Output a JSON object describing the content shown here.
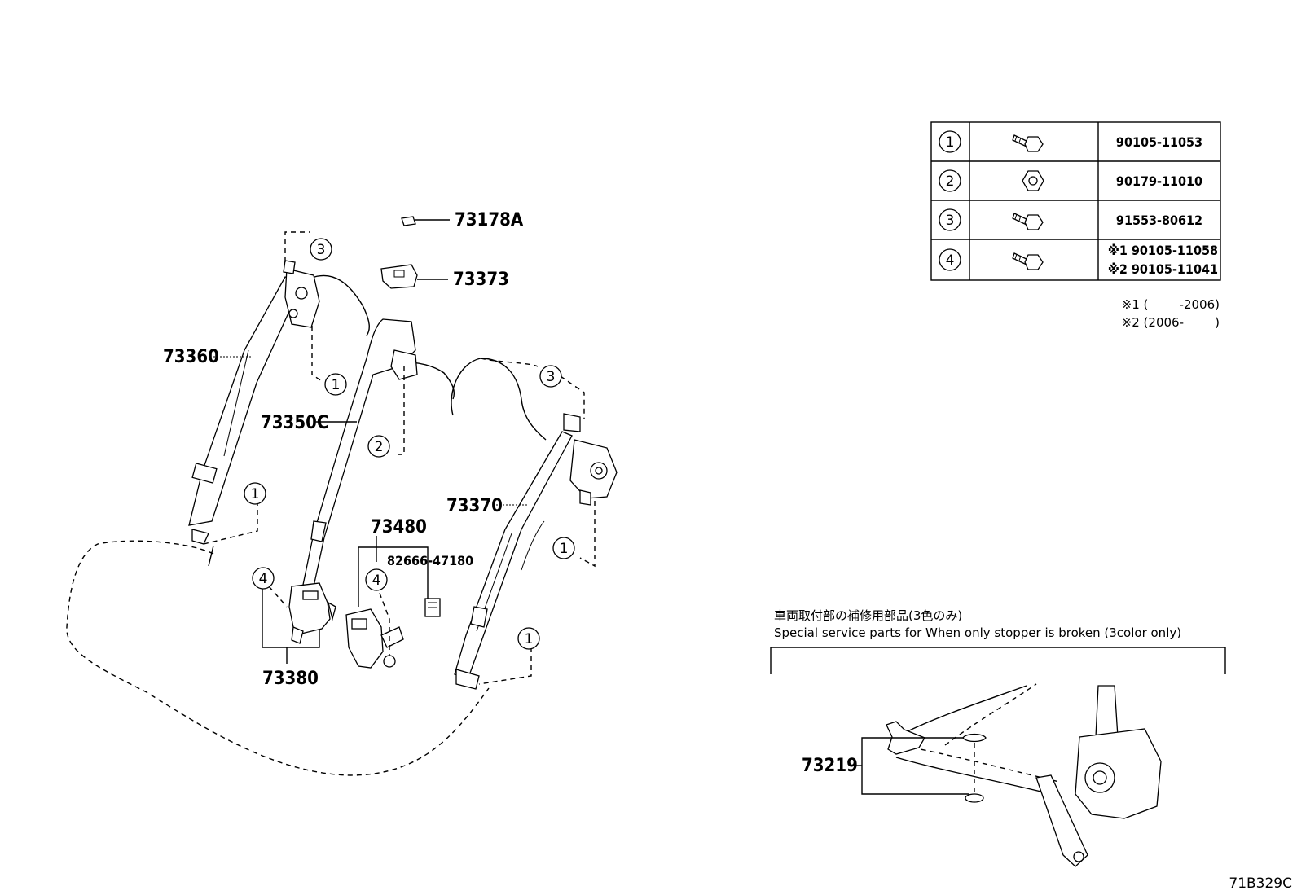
{
  "figure_code": "71B329C",
  "part_labels": {
    "p73178A": "73178A",
    "p73373": "73373",
    "p73360": "73360",
    "p73350C": "73350C",
    "p73370": "73370",
    "p73480": "73480",
    "p82666": "82666-47180",
    "p73380": "73380",
    "p73219": "73219"
  },
  "callouts": [
    "1",
    "2",
    "3",
    "4"
  ],
  "fastener_table": {
    "rows": [
      {
        "callout": "1",
        "icon": "bolt-icon",
        "part_no": "90105-11053"
      },
      {
        "callout": "2",
        "icon": "nut-icon",
        "part_no": "90179-11010"
      },
      {
        "callout": "3",
        "icon": "bolt-icon",
        "part_no": "91553-80612"
      },
      {
        "callout": "4",
        "icon": "bolt-icon",
        "part_no_lines": [
          "※1 90105-11058",
          "※2 90105-11041"
        ]
      }
    ]
  },
  "notes": {
    "note1": "※1 (        -2006)",
    "note2": "※2 (2006-        )"
  },
  "service_parts": {
    "title_jp": "車両取付部の補修用部品(3色のみ)",
    "title_en": "Special service parts for When only stopper is broken (3color only)"
  }
}
